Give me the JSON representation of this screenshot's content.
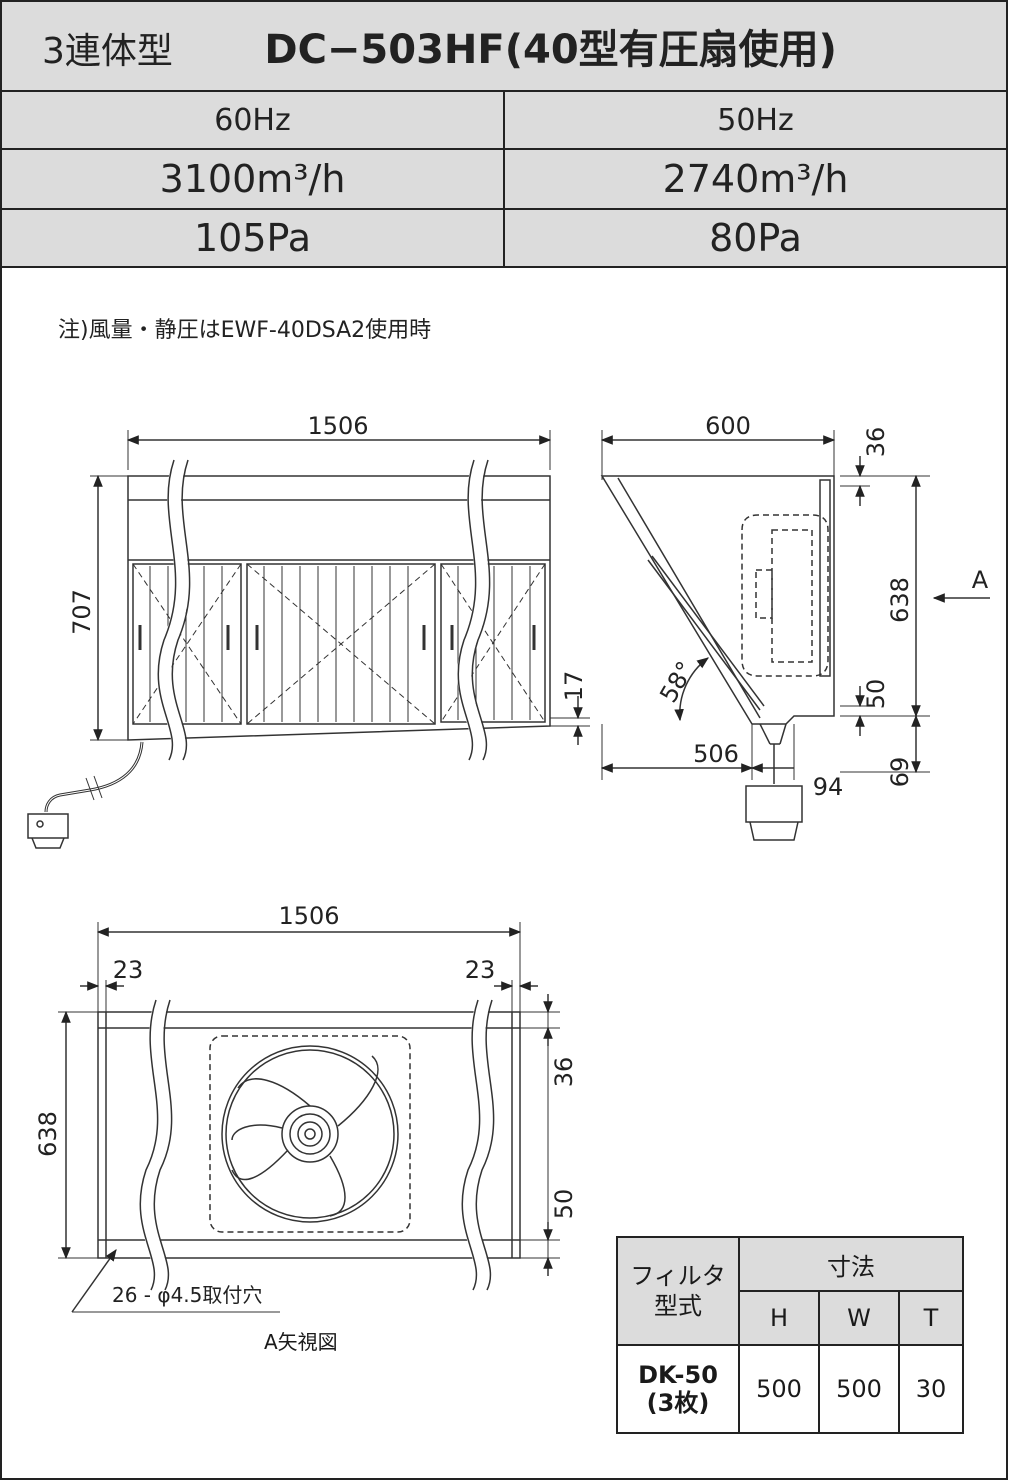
{
  "header": {
    "series": "3連体型",
    "model": "DC−503HF(40型有圧扇使用)"
  },
  "spec": {
    "freq_60": "60Hz",
    "freq_50": "50Hz",
    "flow_60": "3100m³/h",
    "flow_50": "2740m³/h",
    "pressure_60": "105Pa",
    "pressure_50": "80Pa"
  },
  "note": "注)風量・静圧はEWF-40DSA2使用時",
  "front_view": {
    "width": "1506",
    "height": "707",
    "offset": "17"
  },
  "side_view": {
    "depth": "600",
    "top": "36",
    "height": "638",
    "bottom": "50",
    "base": "506",
    "drop": "69",
    "tray": "94",
    "angle": "58°",
    "arrow_label": "A"
  },
  "a_view": {
    "width": "1506",
    "left_margin": "23",
    "right_margin": "23",
    "height": "638",
    "top": "36",
    "bottom": "50",
    "holes": "26 - φ4.5取付穴",
    "caption": "A矢視図"
  },
  "filter_table": {
    "col_type": "フィルタ型式",
    "col_dims": "寸法",
    "h": "H",
    "w": "W",
    "t": "T",
    "type_name": "DK-50",
    "type_qty": "(3枚)",
    "h_val": "500",
    "w_val": "500",
    "t_val": "30"
  }
}
